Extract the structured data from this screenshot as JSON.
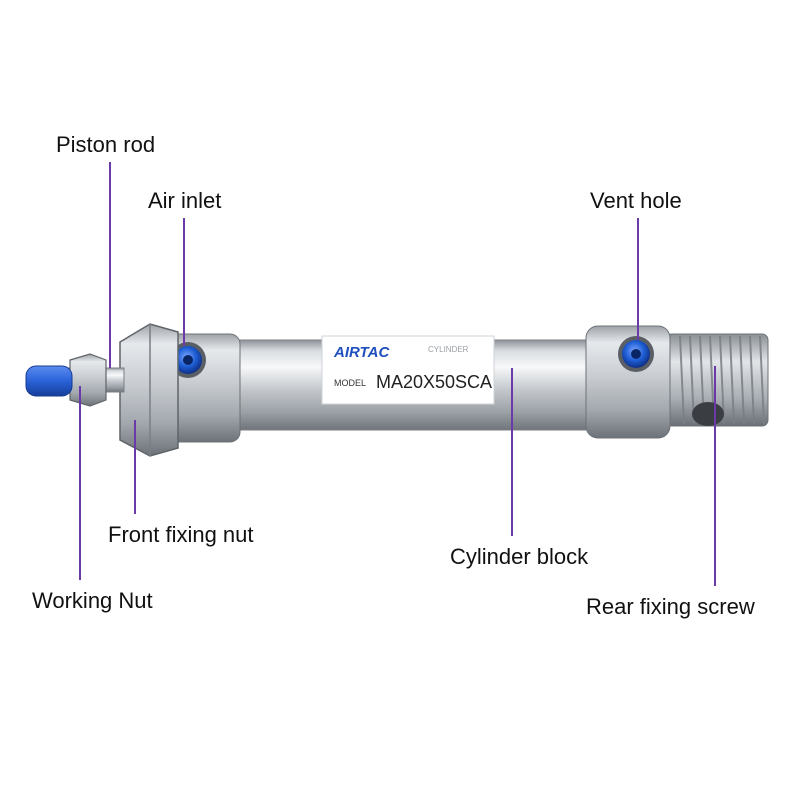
{
  "labels": {
    "piston_rod": "Piston rod",
    "air_inlet": "Air inlet",
    "vent_hole": "Vent hole",
    "front_fixing_nut": "Front fixing nut",
    "cylinder_block": "Cylinder block",
    "working_nut": "Working Nut",
    "rear_fixing_screw": "Rear fixing screw"
  },
  "product_label": {
    "brand": "AIRTAC",
    "subtitle": "CYLINDER",
    "model_prefix": "MODEL",
    "model_number": "MA20X50SCA"
  },
  "colors": {
    "callout_line": "#6a3aa8",
    "port_blue": "#1f5fd6",
    "rod_cap_blue": "#2a62d8",
    "brand_blue": "#1f4fbf"
  }
}
